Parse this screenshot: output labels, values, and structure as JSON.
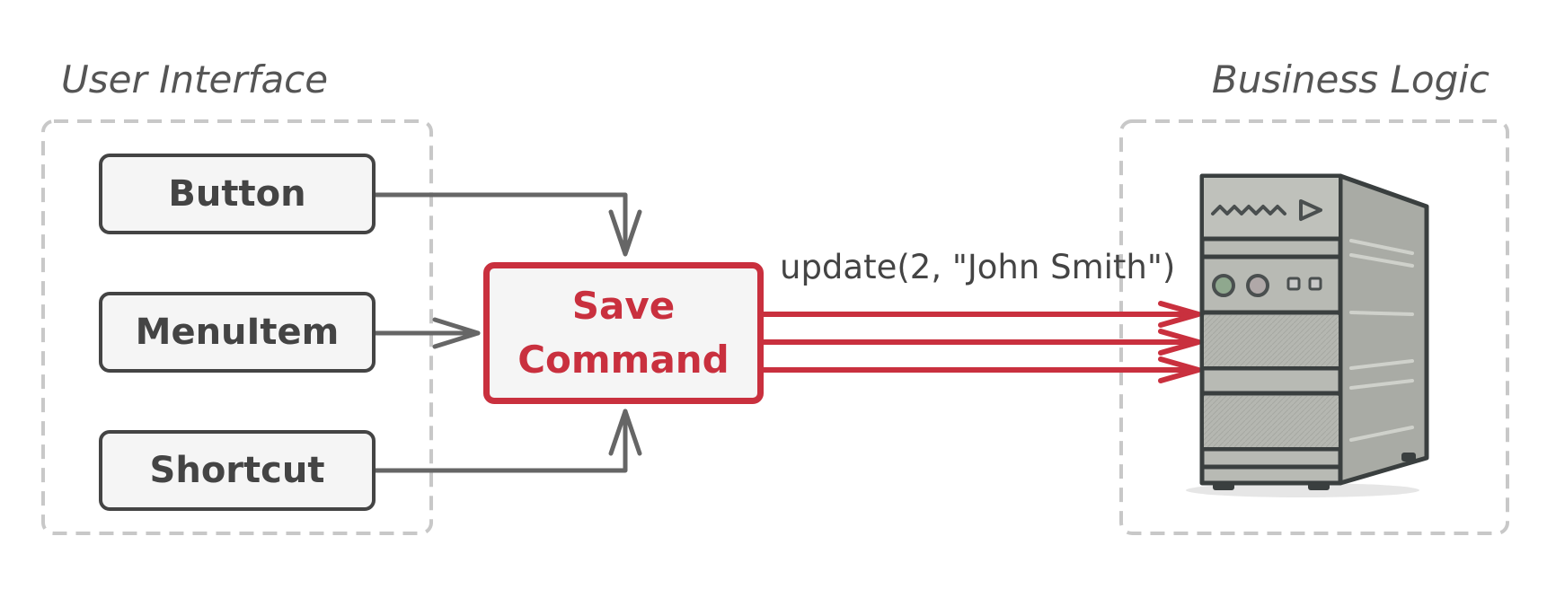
{
  "groups": {
    "ui_label": "User Interface",
    "logic_label": "Business Logic"
  },
  "ui_elements": [
    "Button",
    "MenuItem",
    "Shortcut"
  ],
  "command": {
    "line1": "Save",
    "line2": "Command"
  },
  "call": "update(2, \"John Smith\")",
  "colors": {
    "accent": "#c9303e",
    "stroke": "#444444",
    "connector": "#666666",
    "dashed": "#cccccc",
    "box_fill": "#f5f5f5",
    "server_body": "#b8bab4"
  },
  "icons": [
    "arrow-icon",
    "server-icon"
  ]
}
